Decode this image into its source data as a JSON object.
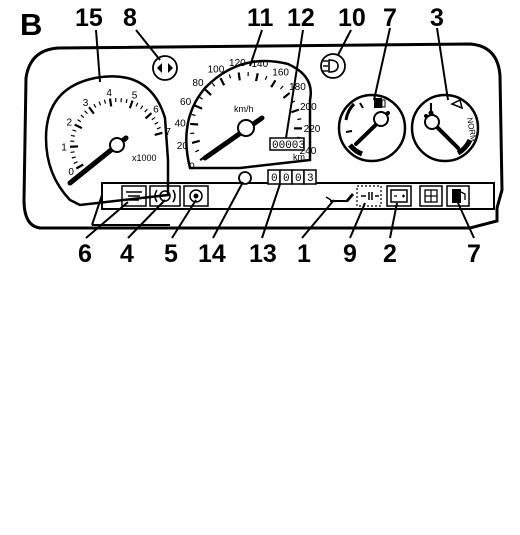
{
  "section_letter": "B",
  "callouts": {
    "c15": "15",
    "c8": "8",
    "c11": "11",
    "c12": "12",
    "c10": "10",
    "c7_top": "7",
    "c3": "3",
    "c6": "6",
    "c4": "4",
    "c5": "5",
    "c14": "14",
    "c13": "13",
    "c1": "1",
    "c9": "9",
    "c2": "2",
    "c7_bottom": "7"
  },
  "tachometer": {
    "ticks": [
      "0",
      "1",
      "2",
      "3",
      "4",
      "5",
      "6",
      "7"
    ],
    "unit": "x1000"
  },
  "speedometer": {
    "ticks": [
      "0",
      "20",
      "40",
      "60",
      "80",
      "100",
      "120",
      "140",
      "160",
      "180",
      "200",
      "220",
      "240"
    ],
    "unit": "km/h",
    "odometer": "00003",
    "odometer_unit": "km",
    "trip": [
      "0",
      "0",
      "0",
      "3"
    ]
  },
  "temp_gauge": {
    "normal_label": "NORM"
  },
  "icons": [
    "turn-signal-icon",
    "headlight-icon",
    "fuel-pump-icon",
    "temperature-icon",
    "rear-defrost-icon",
    "brake-icon",
    "handbrake-icon",
    "oil-can-icon",
    "glow-plug-icon",
    "battery-icon",
    "hazard-icon"
  ]
}
